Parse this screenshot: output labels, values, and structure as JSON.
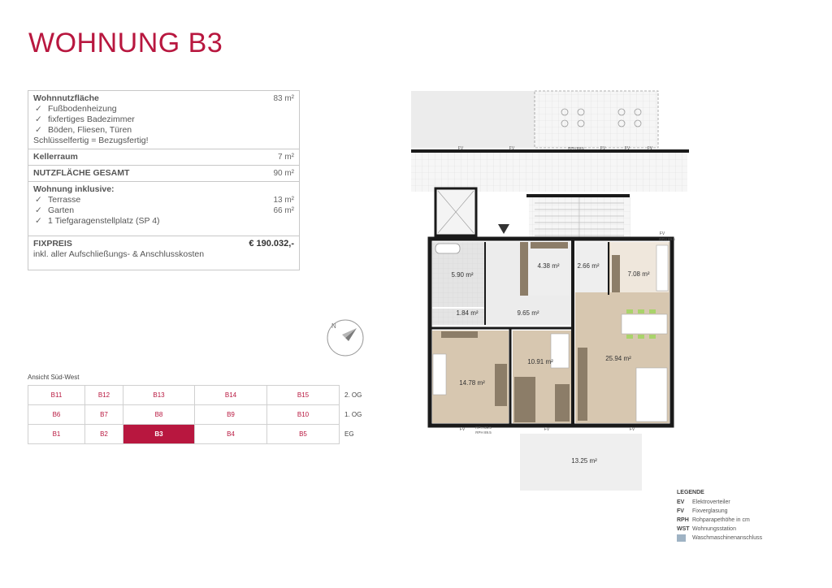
{
  "title": "WOHNUNG B3",
  "info": {
    "wohnnutzflaeche": {
      "label": "Wohnnutzfläche",
      "value": "83 m²"
    },
    "features": [
      "Fußbodenheizung",
      "fixfertiges Badezimmer",
      "Böden, Fliesen, Türen"
    ],
    "schluesselfertig": "Schlüsselfertig = Bezugsfertig!",
    "kellerraum": {
      "label": "Kellerraum",
      "value": "7 m²"
    },
    "nutzflaeche": {
      "label": "NUTZFLÄCHE GESAMT",
      "value": "90 m²"
    },
    "inklusive": {
      "label": "Wohnung inklusive:",
      "items": [
        {
          "label": "Terrasse",
          "value": "13 m²"
        },
        {
          "label": "Garten",
          "value": "66 m²"
        },
        {
          "label": "1 Tiefgaragenstellplatz (SP 4)",
          "value": ""
        }
      ]
    },
    "fixpreis": {
      "label": "FIXPREIS",
      "value": "€ 190.032,-",
      "note": "inkl. aller Aufschließungs- & Anschlusskosten"
    }
  },
  "matrix": {
    "label": "Ansicht Süd-West",
    "rows": [
      {
        "floor": "2. OG",
        "units": [
          "B11",
          "B12",
          "B13",
          "B14",
          "B15"
        ]
      },
      {
        "floor": "1. OG",
        "units": [
          "B6",
          "B7",
          "B8",
          "B9",
          "B10"
        ]
      },
      {
        "floor": "EG",
        "units": [
          "B1",
          "B2",
          "B3",
          "B4",
          "B5"
        ]
      }
    ],
    "selected": "B3"
  },
  "plan": {
    "rooms": [
      "5.90 m²",
      "4.38 m²",
      "2.66 m²",
      "7.08 m²",
      "1.84 m²",
      "9.65 m²",
      "25.94 m²",
      "14.78 m²",
      "10.91 m²",
      "13.25 m²"
    ],
    "fv_labels": [
      "FV",
      "FV",
      "FV",
      "FV",
      "FV",
      "FV",
      "FV",
      "FV",
      "FV"
    ],
    "rph": [
      "RPH 89.5",
      "RPH 89.5",
      "RPH 89.5",
      "RPH 89.5"
    ]
  },
  "legend": {
    "title": "LEGENDE",
    "items": [
      {
        "abbr": "EV",
        "text": "Elektroverteiler"
      },
      {
        "abbr": "FV",
        "text": "Fixverglasung"
      },
      {
        "abbr": "RPH",
        "text": "Rohparapethöhe in cm"
      },
      {
        "abbr": "WST",
        "text": "Wohnungsstation"
      },
      {
        "abbr": "",
        "text": "Waschmaschinenanschluss"
      }
    ]
  },
  "colors": {
    "accent": "#b8173f",
    "wall": "#1a1a1a",
    "wood": "#d6c6b0",
    "tile": "#e3e3e3"
  }
}
